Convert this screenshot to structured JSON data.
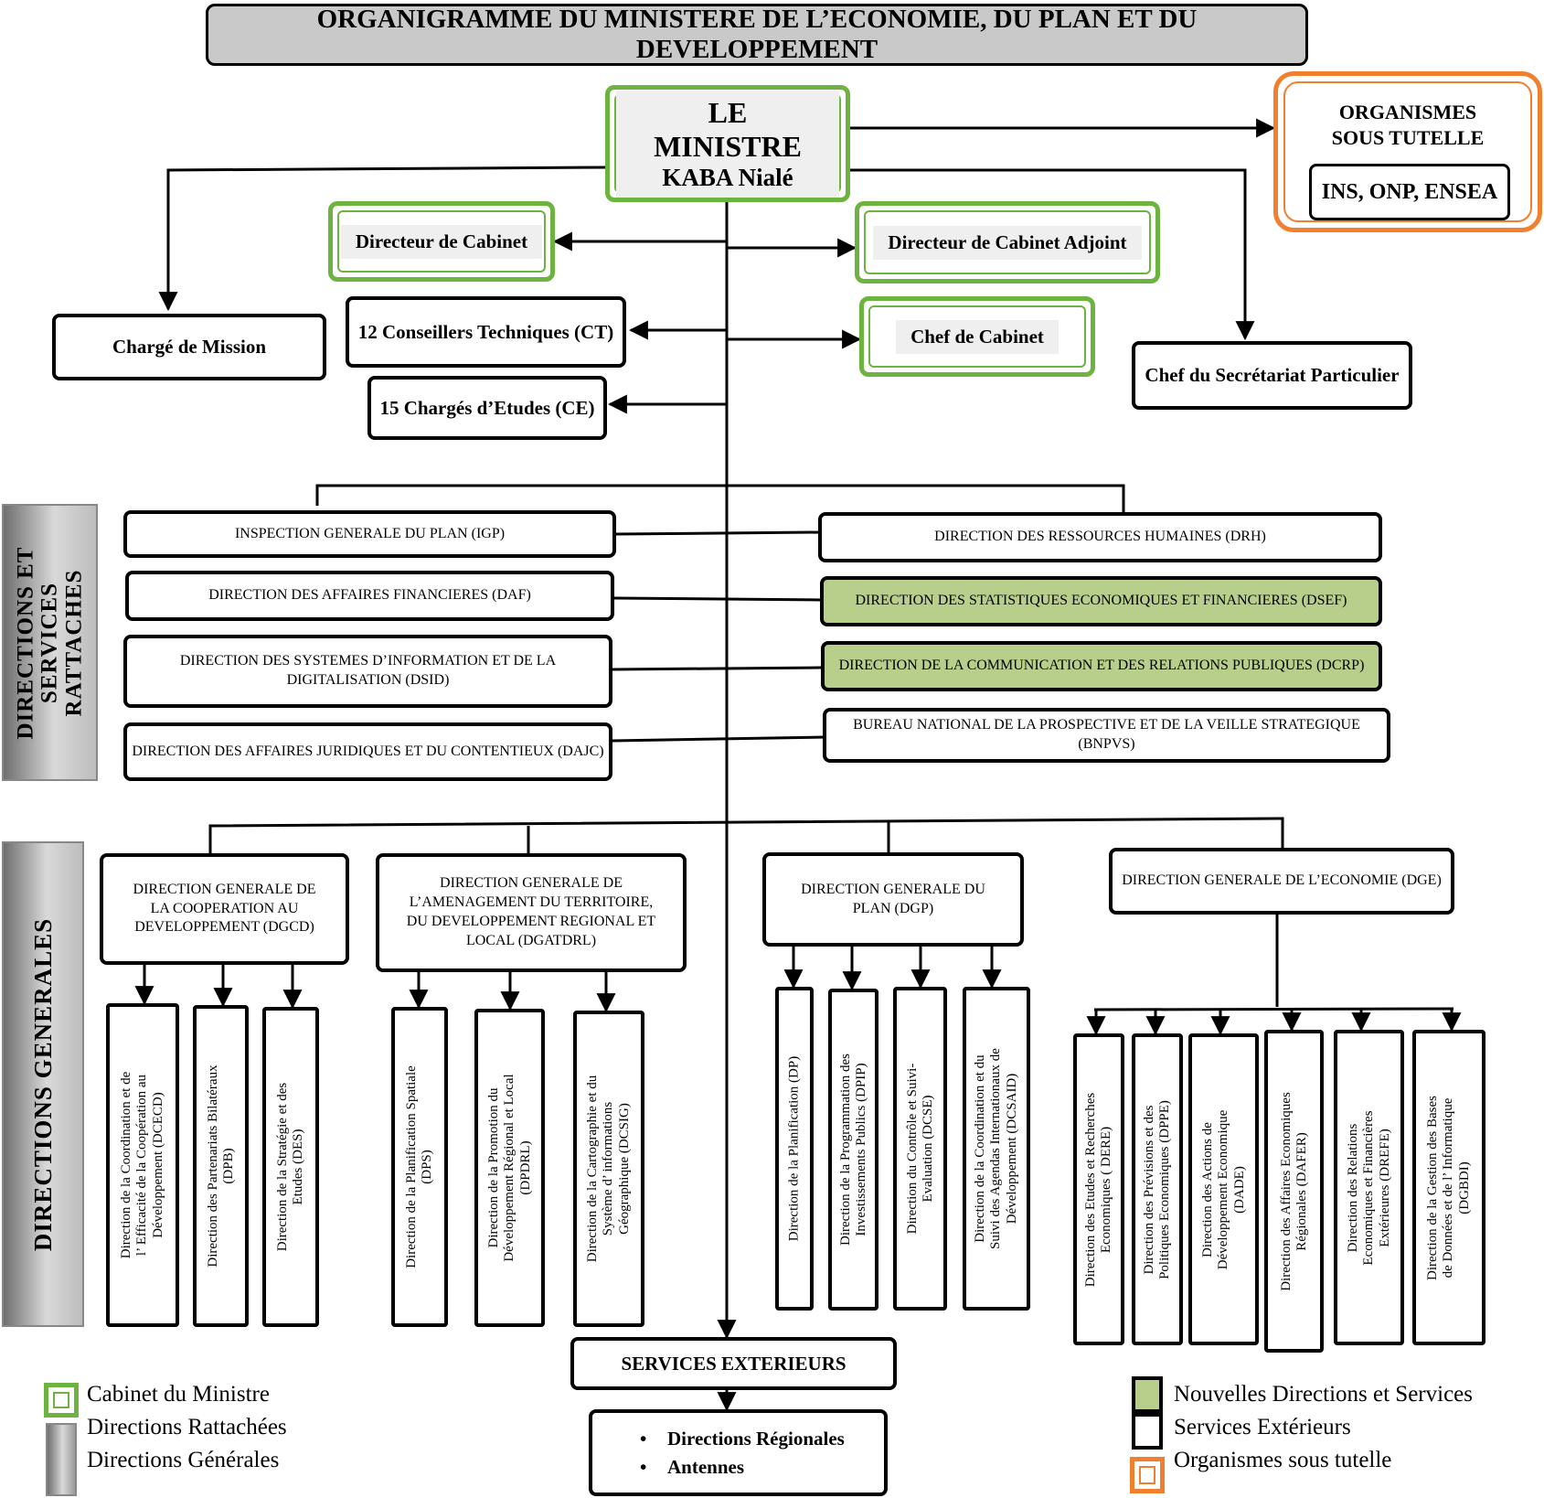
{
  "title": "ORGANIGRAMME DU MINISTERE DE L’ECONOMIE, DU PLAN ET DU DEVELOPPEMENT",
  "minister": {
    "role": "LE MINISTRE",
    "name": "KABA Nialé"
  },
  "organismes": {
    "title": "ORGANISMES SOUS TUTELLE",
    "list": "INS, ONP, ENSEA"
  },
  "cabinet": {
    "directeur": "Directeur de Cabinet",
    "adjoint": "Directeur de Cabinet Adjoint",
    "chef": "Chef de Cabinet",
    "charge_mission": "Chargé de Mission",
    "conseillers": "12 Conseillers Techniques (CT)",
    "charges_etudes": "15 Chargés d’Etudes (CE)",
    "secretariat": "Chef du Secrétariat Particulier"
  },
  "side_labels": {
    "rattaches": "DIRECTIONS ET\nSERVICES\nRATTACHES",
    "generales": "DIRECTIONS GENERALES"
  },
  "rattaches": {
    "left": [
      "INSPECTION GENERALE DU PLAN (IGP)",
      "DIRECTION DES AFFAIRES FINANCIERES (DAF)",
      "DIRECTION DES SYSTEMES D’INFORMATION ET DE LA DIGITALISATION (DSID)",
      "DIRECTION DES AFFAIRES JURIDIQUES ET DU CONTENTIEUX (DAJC)"
    ],
    "right": [
      "DIRECTION DES RESSOURCES HUMAINES (DRH)",
      "DIRECTION DES STATISTIQUES ECONOMIQUES ET FINANCIERES (DSEF)",
      "DIRECTION DE LA COMMUNICATION ET DES RELATIONS PUBLIQUES (DCRP)",
      "BUREAU NATIONAL DE LA PROSPECTIVE ET DE LA VEILLE STRATEGIQUE (BNPVS)"
    ]
  },
  "dg": {
    "dgcd": "DIRECTION GENERALE DE LA COOPERATION AU DEVELOPPEMENT (DGCD)",
    "dgatdrl": "DIRECTION GENERALE DE L’AMENAGEMENT DU TERRITOIRE, DU DEVELOPPEMENT REGIONAL ET LOCAL (DGATDRL)",
    "dgp": "DIRECTION GENERALE DU PLAN (DGP)",
    "dge": "DIRECTION GENERALE DE L’ECONOMIE (DGE)"
  },
  "sub": {
    "dcecd": "Direction de la Coordination et de\nl’ Efficacité de la Coopération au\nDéveloppement (DCECD)",
    "dpb": "Direction des Partenariats Bilatéraux\n(DPB)",
    "des": "Direction de la Stratégie et des\nEtudes (DES)",
    "dps": "Direction de la Planification Spatiale\n(DPS)",
    "dpdrl": "Direction de la Promotion du\nDéveloppement Régional et Local\n(DPDRL)",
    "dcsig": "Direction de la Cartographie et du\nSystème d’ informations\nGéographique (DCSIG)",
    "dp": "Direction de la Planification (DP)",
    "dpip": "Direction de la Programmation des\nInvestissements Publics (DPIP)",
    "dcse": "Direction du Contrôle et Suivi-\nEvaluation (DCSE)",
    "dcsaid": "Direction de la Coordination et du\nSuivi des Agendas Internationaux de\nDéveloppement (DCSAID)",
    "dere": "Direction des Etudes et Recherches\nEconomiques ( DERE)",
    "dppe": "Direction des Prévisions et des\nPolitiques Economiques (DPPE)",
    "dade": "Direction des Actions de\nDéveloppement Economique\n(DADE)",
    "dafer": "Direction des Affaires Economiques\nRégionales (DAFER)",
    "drefe": "Direction des Relations\nEconomiques et Financières\nExtérieures (DREFE)",
    "dgbdi": "Direction de la Gestion des Bases\nde Données et de l’ Informatique\n(DGBDI)"
  },
  "services": {
    "title": "SERVICES EXTERIEURS",
    "items": [
      "Directions Régionales",
      "Antennes"
    ]
  },
  "legend": {
    "cabinet": "Cabinet du Ministre",
    "rattachees": "Directions Rattachées",
    "generales": "Directions Générales",
    "nouvelles": "Nouvelles Directions et Services",
    "exterieurs": "Services Extérieurs",
    "tutelle": "Organismes sous tutelle"
  },
  "colors": {
    "cabinet_green": "#6db33f",
    "new_fill": "#b7cf8b",
    "tutelle_orange": "#f07f2e",
    "title_grey": "#c9c9c9"
  }
}
